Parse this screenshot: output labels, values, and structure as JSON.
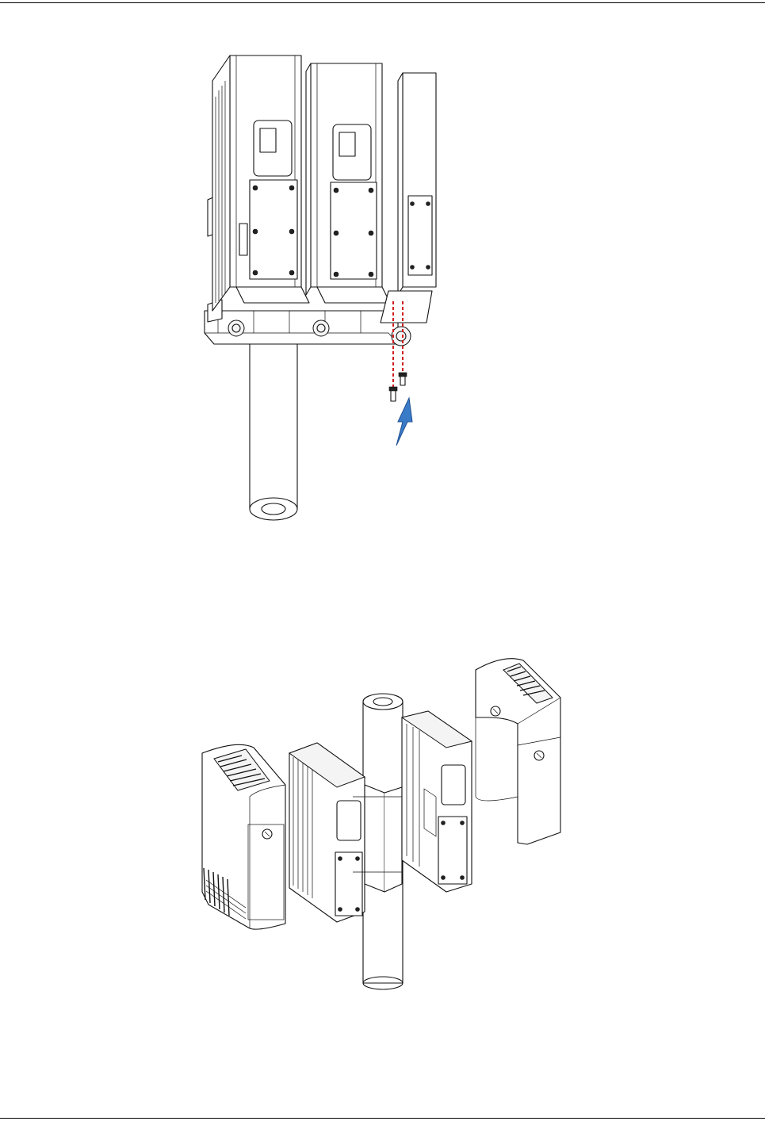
{
  "figures": [
    {
      "id": "figure-1",
      "icon": "remove-screws-from-mounting-plate"
    },
    {
      "id": "figure-2",
      "icon": "modules-and-covers-around-pole"
    }
  ],
  "colors": {
    "line": "#111111",
    "screw_guide": "#d01c1c",
    "arrow": "#3a7bc8",
    "rule": "#000000"
  }
}
